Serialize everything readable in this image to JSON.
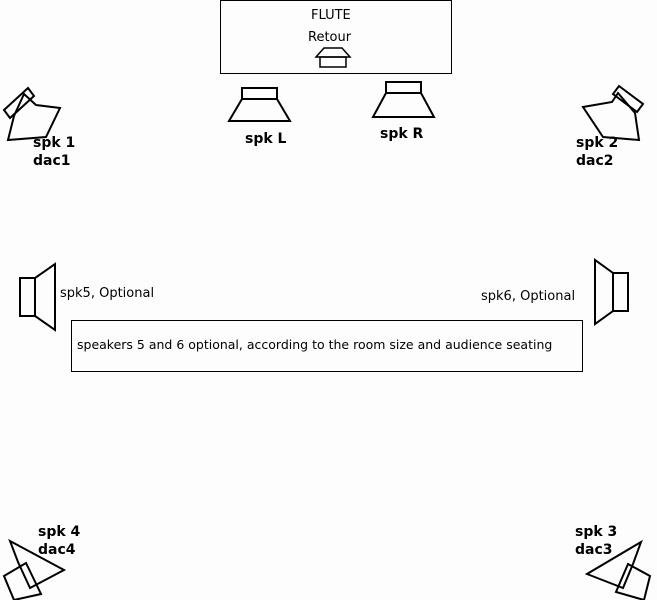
{
  "flute_box": {
    "title": "FLUTE",
    "return_label": "Retour"
  },
  "front_speakers": {
    "left": "spk L",
    "right": "spk R"
  },
  "corner_speakers": {
    "spk1": {
      "name": "spk 1",
      "dac": "dac1"
    },
    "spk2": {
      "name": "spk 2",
      "dac": "dac2"
    },
    "spk3": {
      "name": "spk 3",
      "dac": "dac3"
    },
    "spk4": {
      "name": "spk 4",
      "dac": "dac4"
    }
  },
  "side_speakers": {
    "spk5": "spk5, Optional",
    "spk6": "spk6, Optional"
  },
  "note": "speakers 5 and 6 optional, according to the room size and audience seating",
  "colors": {
    "stroke": "#000000",
    "background": "#fdfdfd"
  }
}
